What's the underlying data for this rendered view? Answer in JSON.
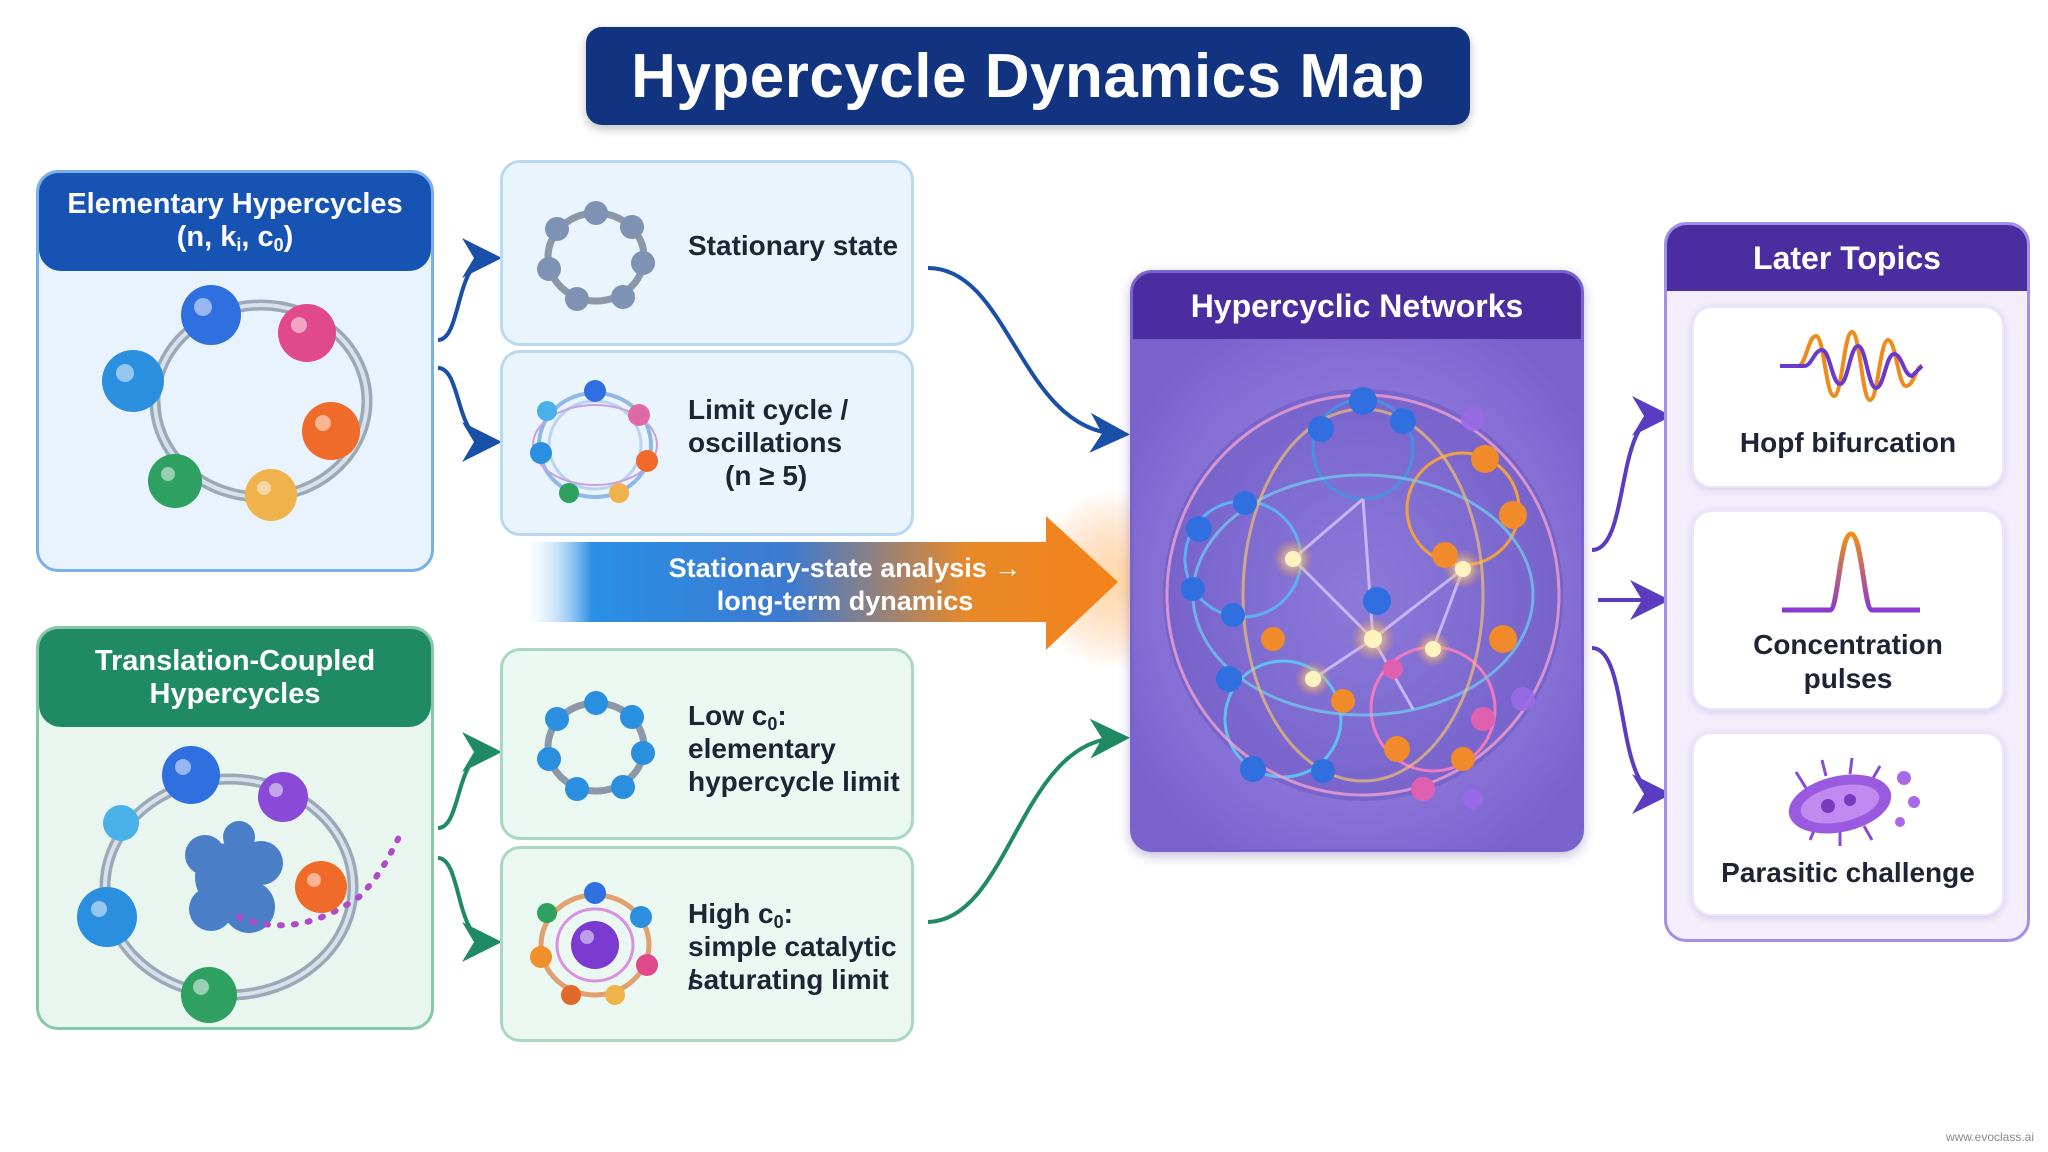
{
  "title": "Hypercycle Dynamics Map",
  "elementary": {
    "title_line1": "Elementary Hypercycles",
    "params_prefix": "(n, k",
    "params_k_sub": "i",
    "params_mid": ", c",
    "params_c_sub": "0",
    "params_suffix": ")"
  },
  "stationary": {
    "label": "Stationary state"
  },
  "limit_cycle": {
    "line1": "Limit cycle /",
    "line2": "oscillations",
    "line3": "(n ≥ 5)"
  },
  "arrow_center": {
    "line1": "Stationary-state analysis →",
    "line2": "long-term dynamics"
  },
  "translation": {
    "line1": "Translation-Coupled",
    "line2": "Hypercycles"
  },
  "low_c0": {
    "prefix": "Low c",
    "sub": "0",
    "suffix": ":",
    "line2": "elementary",
    "line3": "hypercycle limit"
  },
  "high_c0": {
    "prefix": "High c",
    "sub": "0",
    "suffix": ":",
    "line2": "simple catalytic /",
    "line3": "saturating limit"
  },
  "networks": {
    "title": "Hypercyclic Networks"
  },
  "later": {
    "title": "Later Topics",
    "items": [
      {
        "label": "Hopf bifurcation",
        "icon": "oscillation-wave-icon"
      },
      {
        "label_line1": "Concentration",
        "label_line2": "pulses",
        "icon": "pulse-peak-icon"
      },
      {
        "label": "Parasitic challenge",
        "icon": "bacterium-icon"
      }
    ]
  },
  "watermark": "www.evoclass.ai",
  "colors": {
    "navy": "#12337f",
    "blue_header": "#1653b3",
    "green_header": "#1f8a64",
    "purple_header": "#4a2d9e",
    "networks_bg": "#8a73dc",
    "arrow_blue": "#1e88e5",
    "arrow_orange": "#f08a1a"
  }
}
